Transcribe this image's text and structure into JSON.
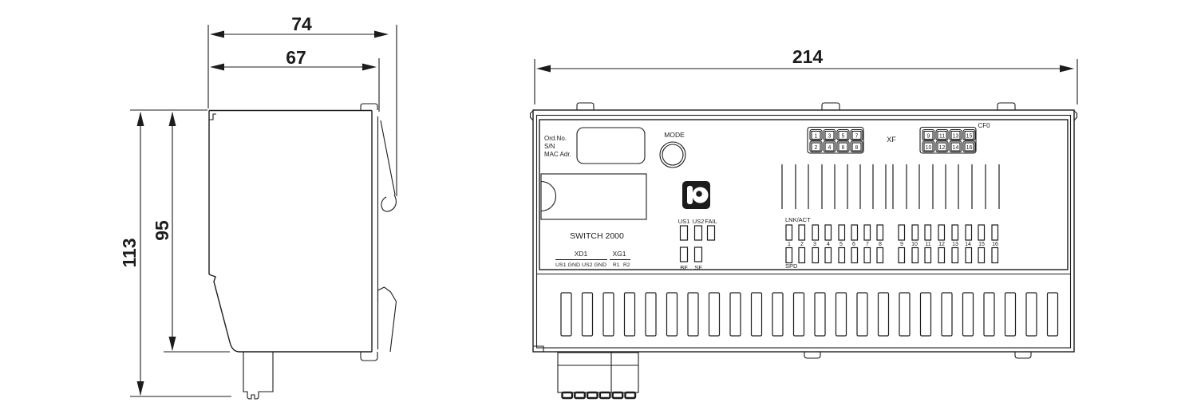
{
  "drawing": {
    "side_view": {
      "dim_total_width": "74",
      "dim_body_width": "67",
      "dim_total_height": "113",
      "dim_body_height": "95"
    },
    "front_view": {
      "dim_width": "214",
      "device_label": {
        "line1": "Ord.No.",
        "line2": "S/N",
        "line3": "MAC Adr."
      },
      "mode_label": "MODE",
      "product_name": "SWITCH 2000",
      "connector_xd1": {
        "name": "XD1",
        "pins": "US1 GND US2 GND"
      },
      "connector_xg1": {
        "name": "XG1",
        "pin1": "R1",
        "pin2": "R2"
      },
      "status_leds": {
        "us1": "US1",
        "us2": "US2",
        "fail": "FAIL",
        "bf": "BF",
        "sf": "SF"
      },
      "port_group_label": "XF",
      "config_label": "CF0",
      "port_block_left": {
        "row1": [
          "1",
          "3",
          "5",
          "7"
        ],
        "row2": [
          "2",
          "4",
          "6",
          "8"
        ]
      },
      "port_block_right": {
        "row1": [
          "9",
          "11",
          "13",
          "15"
        ],
        "row2": [
          "10",
          "12",
          "14",
          "16"
        ]
      },
      "led_rows": {
        "top_label": "LNK/ACT",
        "bottom_label": "SPD",
        "numbers": [
          "1",
          "2",
          "3",
          "4",
          "5",
          "6",
          "7",
          "8",
          "9",
          "10",
          "11",
          "12",
          "13",
          "14",
          "15",
          "16"
        ]
      }
    }
  }
}
